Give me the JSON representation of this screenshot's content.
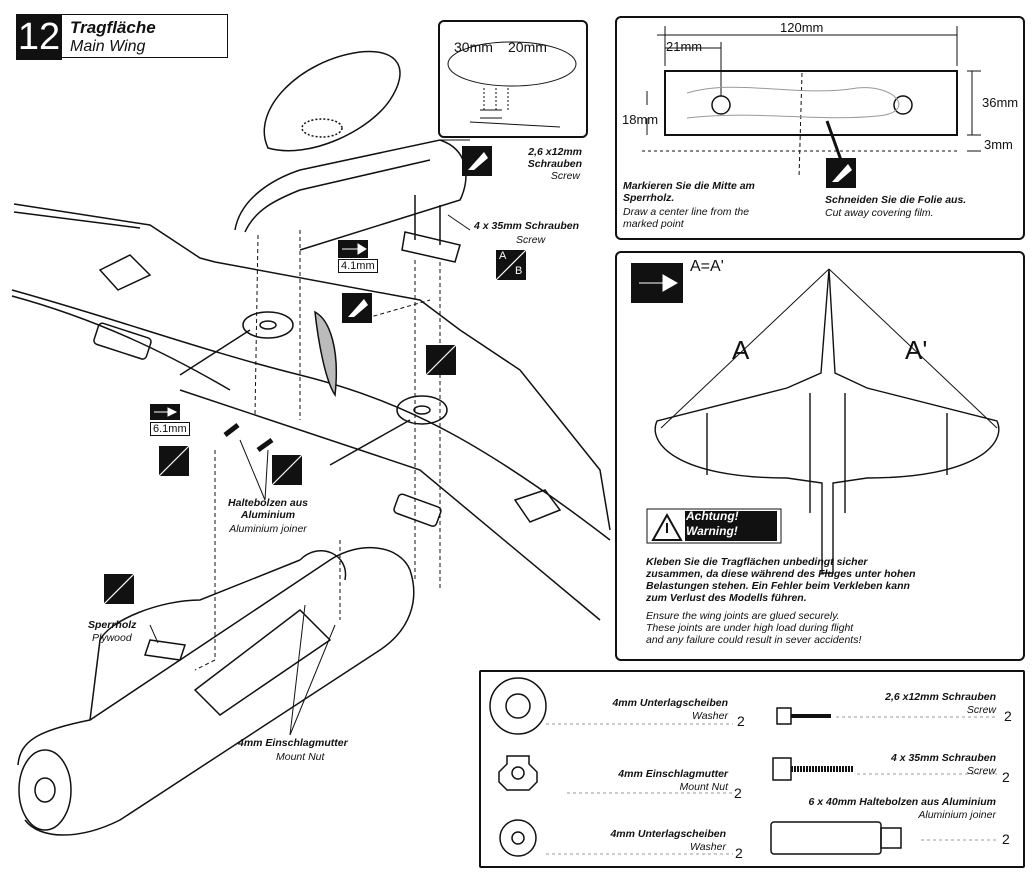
{
  "step": {
    "number": "12",
    "title_de": "Tragfläche",
    "title_en": "Main Wing"
  },
  "inset_top": {
    "dim_a": "30mm",
    "dim_b": "20mm",
    "screw_de": "2,6 x12mm Schrauben",
    "screw_en": "Screw"
  },
  "main_labels": {
    "screw35_de": "4 x 35mm Schrauben",
    "screw35_en": "Screw",
    "dim_41": "4.1mm",
    "dim_61": "6.1mm",
    "joiner_de": "Haltebolzen aus Aluminium",
    "joiner_en": "Aluminium joiner",
    "plywood_de": "Sperrholz",
    "plywood_en": "Plywood",
    "mountnut_de": "4mm Einschlagmutter",
    "mountnut_en": "Mount Nut",
    "ab_a": "A",
    "ab_b": "B"
  },
  "plywood_panel": {
    "dim_120": "120mm",
    "dim_21": "21mm",
    "dim_18": "18mm",
    "dim_36": "36mm",
    "dim_3": "3mm",
    "left_de": "Markieren Sie die Mitte am Sperrholz.",
    "left_en": "Draw a center line from the marked point",
    "right_de": "Schneiden Sie die Folie aus.",
    "right_en": "Cut away covering film."
  },
  "plane_panel": {
    "eq": "A=A'",
    "a": "A",
    "a_prime": "A'",
    "warn_de": "Achtung!",
    "warn_en": "Warning!",
    "text_de": "Kleben Sie die Tragflächen unbedingt sicher zusammen, da diese während des Fluges unter hohen Belastungen stehen. Ein Fehler beim Verkleben kann zum Verlust des Modells führen.",
    "text_en_1": "Ensure the wing joints are glued securely.",
    "text_en_2": "These joints are under high load during flight",
    "text_en_3": "and any failure could result in sever accidents!"
  },
  "parts": [
    {
      "de": "4mm Unterlagscheiben",
      "en": "Washer",
      "qty": "2"
    },
    {
      "de": "4mm Einschlagmutter",
      "en": "Mount Nut",
      "qty": "2"
    },
    {
      "de": "4mm Unterlagscheiben",
      "en": "Washer",
      "qty": "2"
    },
    {
      "de": "2,6 x12mm Schrauben",
      "en": "Screw",
      "qty": "2"
    },
    {
      "de": "4 x 35mm Schrauben",
      "en": "Screw",
      "qty": "2"
    },
    {
      "de": "6 x 40mm Haltebolzen aus Aluminium",
      "en": "Aluminium joiner",
      "qty": "2"
    }
  ]
}
